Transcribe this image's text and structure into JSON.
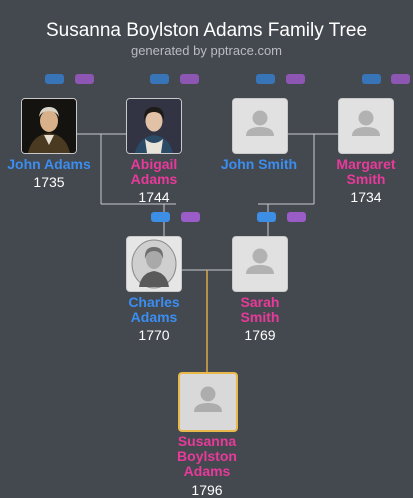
{
  "header": {
    "title": "Susanna Boylston Adams Family Tree",
    "subtitle": "generated by pptrace.com"
  },
  "colors": {
    "background": "#44484f",
    "male": "#3b8ef0",
    "female": "#e83a9a",
    "connector": "#c9ccd1",
    "descendant_line": "#d9a84a"
  },
  "people": {
    "john_adams": {
      "name_lines": [
        "John Adams"
      ],
      "year": "1735",
      "gender": "male",
      "photo": "portrait"
    },
    "abigail_adams": {
      "name_lines": [
        "Abigail",
        "Adams"
      ],
      "year": "1744",
      "gender": "female",
      "photo": "portrait"
    },
    "john_smith": {
      "name_lines": [
        "John Smith"
      ],
      "year": "",
      "gender": "male",
      "photo": "placeholder"
    },
    "margaret_smith": {
      "name_lines": [
        "Margaret",
        "Smith"
      ],
      "year": "1734",
      "gender": "female",
      "photo": "placeholder"
    },
    "charles_adams": {
      "name_lines": [
        "Charles",
        "Adams"
      ],
      "year": "1770",
      "gender": "male",
      "photo": "engraving"
    },
    "sarah_smith": {
      "name_lines": [
        "Sarah",
        "Smith"
      ],
      "year": "1769",
      "gender": "female",
      "photo": "placeholder"
    },
    "susanna_adams": {
      "name_lines": [
        "Susanna",
        "Boylston",
        "Adams"
      ],
      "year": "1796",
      "gender": "female",
      "photo": "placeholder"
    }
  }
}
